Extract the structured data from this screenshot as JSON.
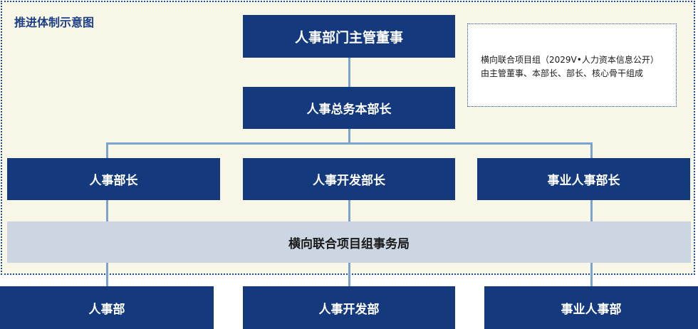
{
  "region": {
    "title": "推进体制示意图"
  },
  "nodes": {
    "top_director": "人事部门主管董事",
    "general_head": "人事总务本部长",
    "mid_hr": "人事部长",
    "mid_dev": "人事开发部长",
    "mid_biz": "事业人事部长",
    "bottom_hr": "人事部",
    "bottom_dev": "人事开发部",
    "bottom_biz": "事业人事部"
  },
  "band": {
    "label": "横向联合项目组事务局"
  },
  "note": {
    "line1": "横向联合项目组（2029V•人力资本信息公开）",
    "line2": "由主管董事、本部长、部长、核心骨干组成"
  },
  "colors": {
    "box": "#14397d",
    "connector": "#7aa3cf",
    "region_bg": "#f7f6e7",
    "band_bg": "#cbd6e2",
    "title": "#1d3f87"
  }
}
